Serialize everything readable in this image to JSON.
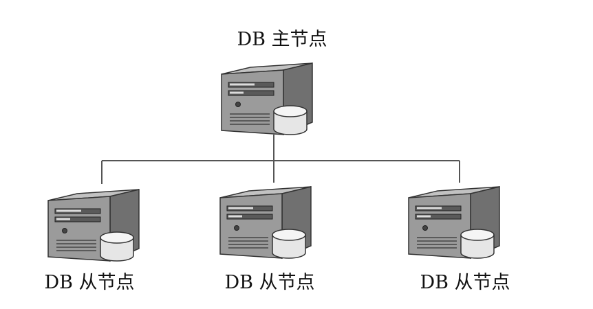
{
  "master": {
    "label": "DB 主节点",
    "icon": "database-server-icon"
  },
  "slaves": [
    {
      "label": "DB 从节点",
      "icon": "database-server-icon"
    },
    {
      "label": "DB 从节点",
      "icon": "database-server-icon"
    },
    {
      "label": "DB 从节点",
      "icon": "database-server-icon"
    }
  ],
  "colors": {
    "server_front": "#9a9a9a",
    "server_side": "#6e6e6e",
    "server_top": "#bdbdbd",
    "cylinder": "#e8e8e8",
    "line": "#555555",
    "text": "#111111"
  }
}
